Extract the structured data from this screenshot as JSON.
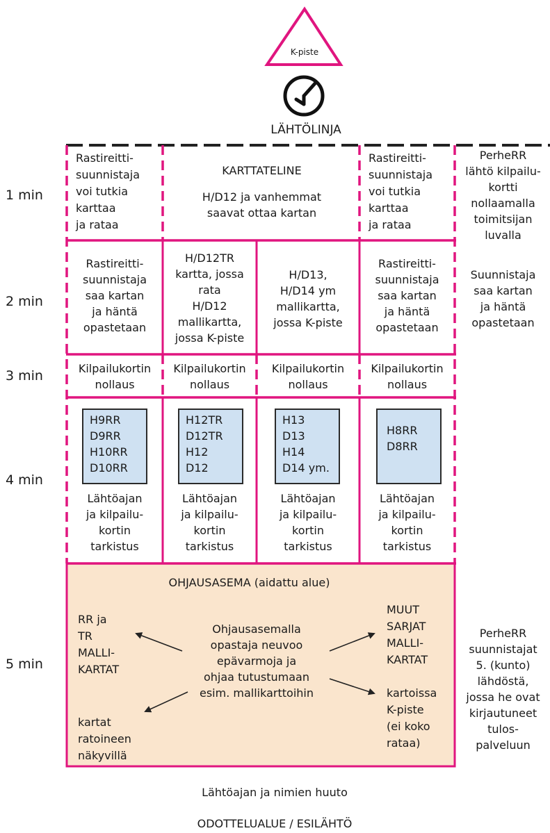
{
  "colors": {
    "magenta": "#e0157f",
    "box_fill": "#cfe1f2",
    "station_fill": "#fae5cd",
    "ink": "#1a1a1a"
  },
  "icons": {
    "triangle": "triangle-icon",
    "clock": "clock-icon",
    "arrows": "arrow-icon"
  },
  "k_piste_label": "K-piste",
  "start_line_label": "LÄHTÖLINJA",
  "rows": {
    "r1": "1 min",
    "r2": "2 min",
    "r3": "3 min",
    "r4": "4 min",
    "r5": "5 min"
  },
  "row1": {
    "left": "Rastireitti-\nsuunnistaja\nvoi tutkia\nkarttaa\nja rataa",
    "center_title": "KARTTATELINE",
    "center_text": "H/D12 ja vanhemmat\nsaavat ottaa kartan",
    "right": "Rastireitti-\nsuunnistaja\nvoi tutkia\nkarttaa\nja rataa",
    "side": "PerheRR\nlähtö kilpailu-\nkortti\nnollaamalla\ntoimitsijan\nluvalla"
  },
  "row2": {
    "c1": "Rastireitti-\nsuunnistaja\nsaa kartan\nja häntä\nopastetaan",
    "c2": "H/D12TR\nkartta, jossa\nrata\nH/D12\nmallikartta,\njossa K-piste",
    "c3": "H/D13,\nH/D14 ym\nmallikartta,\njossa K-piste",
    "c4": "Rastireitti-\nsuunnistaja\nsaa kartan\nja häntä\nopastetaan",
    "side": "Suunnistaja\nsaa kartan\nja häntä\nopastetaan"
  },
  "row3": {
    "c1": "Kilpailukortin\nnollaus",
    "c2": "Kilpailukortin\nnollaus",
    "c3": "Kilpailukortin\nnollaus",
    "c4": "Kilpailukortin\nnollaus"
  },
  "row4": {
    "box1": "H9RR\nD9RR\nH10RR\nD10RR",
    "box2": "H12TR\nD12TR\nH12\nD12",
    "box3": "H13\nD13\nH14\nD14 ym.",
    "box4": "H8RR\nD8RR",
    "check": "Lähtöajan\nja kilpailu-\nkortin\ntarkistus"
  },
  "station": {
    "title": "OHJAUSASEMA (aidattu alue)",
    "center": "Ohjausasemalla\nopastaja neuvoo\nepävarmoja ja\nohjaa tutustumaan\nesim. mallikarttoihin",
    "left_top": "RR ja\nTR\nMALLI-\nKARTAT",
    "left_bottom": "kartat\nratoineen\nnäkyvillä",
    "right_top": "MUUT\nSARJAT\nMALLI-\nKARTAT",
    "right_bottom": "kartoissa\nK-piste\n(ei koko\nrataa)",
    "side": "PerheRR\nsuunnistajat\n5. (kunto)\nlähdöstä,\njossa he ovat\nkirjautuneet\ntulos-\npalveluun"
  },
  "call_label": "Lähtöajan ja nimien huuto",
  "waiting_label": "ODOTTELUALUE / ESILÄHTÖ"
}
